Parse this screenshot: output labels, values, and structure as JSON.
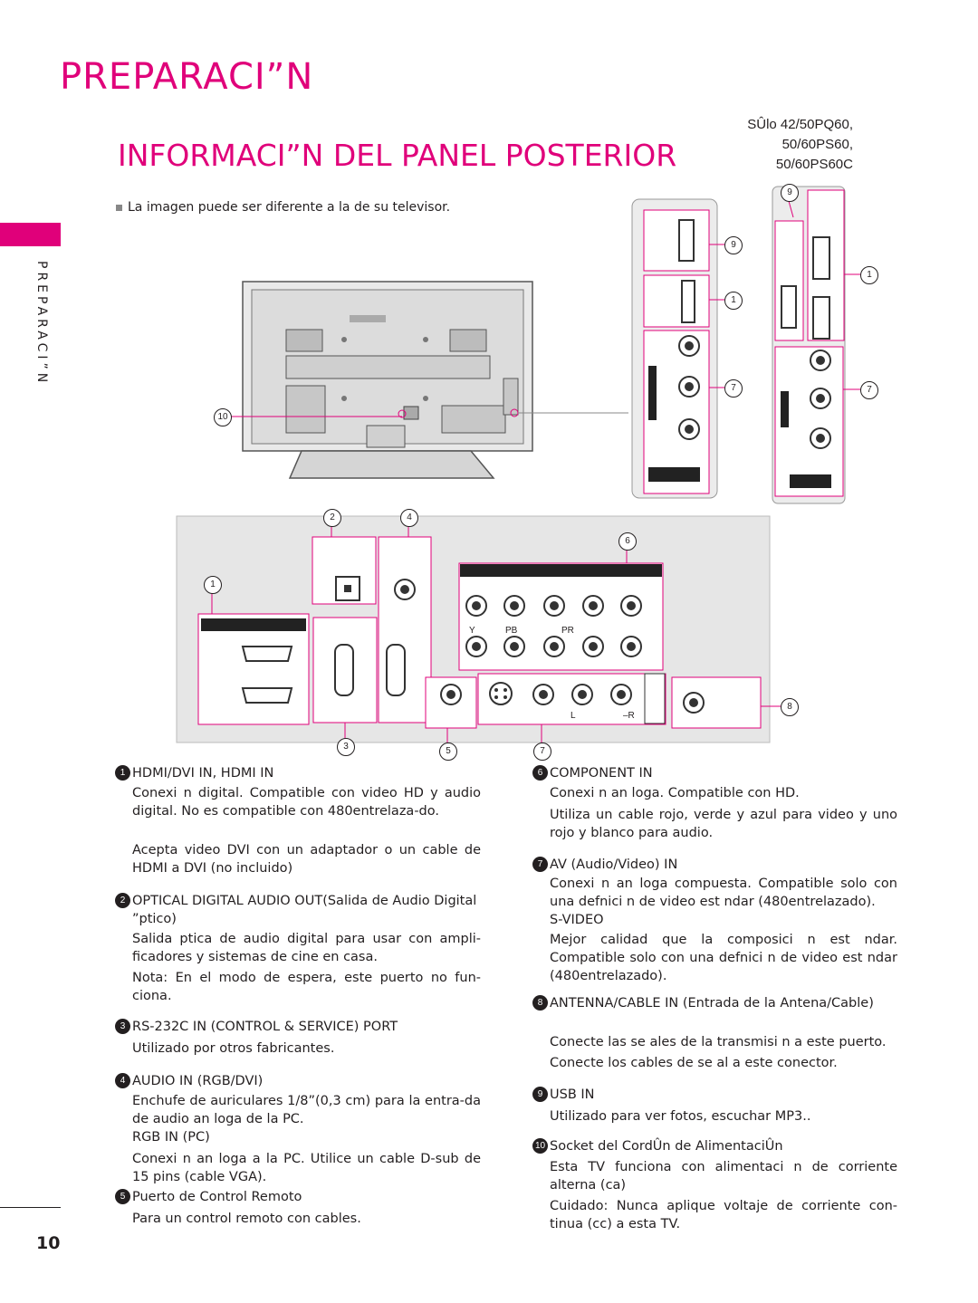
{
  "page": {
    "section_title": "PREPARACI”N",
    "heading": "INFORMACI”N DEL PANEL POSTERIOR",
    "models": [
      "SÛlo 42/50PQ60,",
      "50/60PS60,",
      "50/60PS60C"
    ],
    "note": "La imagen puede ser diferente a la de su televisor.",
    "side_tab": "PREPARACI”N",
    "page_number": "10"
  },
  "diagram": {
    "callouts": [
      "1",
      "2",
      "3",
      "4",
      "5",
      "6",
      "7",
      "8",
      "9",
      "10"
    ],
    "jack_labels": {
      "y": "Y",
      "pb": "PB",
      "pr": "PR",
      "l": "L",
      "r": "–R"
    }
  },
  "items": {
    "i1": {
      "num": "1",
      "title": "HDMI/DVI IN, HDMI IN",
      "p1": "Conexi n digital. Compatible con video HD y audio digital. No es compatible con 480entrelaza-do.",
      "p2": "Acepta video DVI con un adaptador o un cable de HDMI a DVI (no incluido)"
    },
    "i2": {
      "num": "2",
      "title": "OPTICAL DIGITAL AUDIO OUT(Salida de Audio Digital ”ptico)",
      "p1": "Salida ptica de audio digital para usar con ampli-ficadores y sistemas de cine en casa.",
      "p2": "Nota: En el modo de espera, este puerto no fun-ciona."
    },
    "i3": {
      "num": "3",
      "title": "RS-232C IN (CONTROL & SERVICE) PORT",
      "p1": "Utilizado por otros fabricantes."
    },
    "i4": {
      "num": "4",
      "title": "AUDIO IN (RGB/DVI)",
      "p1": "Enchufe de auriculares 1/8”(0,3 cm) para la entra-da de audio an loga de la PC.",
      "sub": "RGB IN (PC)",
      "p2": "Conexi n an loga a la PC. Utilice un cable D-sub de 15 pins (cable VGA)."
    },
    "i5": {
      "num": "5",
      "title": "Puerto de Control Remoto",
      "p1": "Para un control remoto con cables."
    },
    "i6": {
      "num": "6",
      "title": "COMPONENT IN",
      "p1": "Conexi n an loga. Compatible con HD.",
      "p2": "Utiliza un cable rojo, verde y azul para video y uno rojo y blanco para audio."
    },
    "i7": {
      "num": "7",
      "title": "AV (Audio/Video) IN",
      "p1": "Conexi n an loga compuesta. Compatible solo con una defnici n de video est ndar (480entrelazado).",
      "sub": "S-VIDEO",
      "p2": "Mejor calidad que la composici n est ndar. Compatible solo con una defnici n de video est ndar (480entrelazado)."
    },
    "i8": {
      "num": "8",
      "title": "ANTENNA/CABLE IN (Entrada de la Antena/Cable)",
      "p1": "Conecte las se ales de la transmisi n a este puerto.",
      "p2": "Conecte los cables de se al a este conector."
    },
    "i9": {
      "num": "9",
      "title": "USB IN",
      "p1": "Utilizado para ver fotos, escuchar MP3.."
    },
    "i10": {
      "num": "10",
      "title": "Socket del CordÛn de AlimentaciÛn",
      "p1": "Esta TV funciona con alimentaci n de corriente alterna (ca)",
      "p2": "Cuidado: Nunca aplique voltaje de corriente con-tinua (cc) a esta TV."
    }
  },
  "colors": {
    "accent": "#e0007a",
    "text": "#231f20",
    "panel": "#e6e6e6"
  }
}
